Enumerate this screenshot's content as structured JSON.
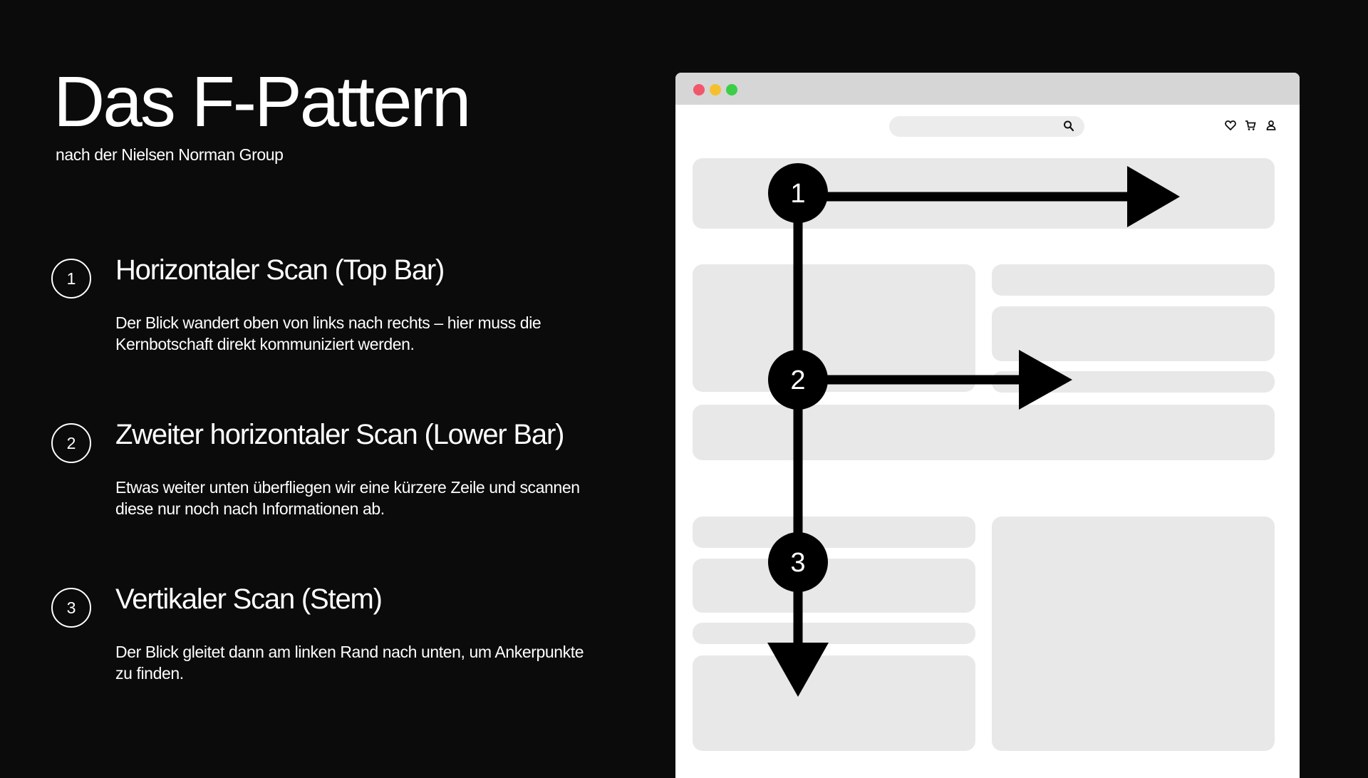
{
  "title": "Das F-Pattern",
  "subtitle": "nach der Nielsen Norman Group",
  "steps": [
    {
      "number": "1",
      "heading": "Horizontaler Scan (Top Bar)",
      "text": "Der Blick wandert oben von links nach rechts – hier muss die Kernbotschaft direkt kommuniziert werden."
    },
    {
      "number": "2",
      "heading": "Zweiter horizontaler Scan (Lower Bar)",
      "text": "Etwas weiter unten überfliegen wir eine kürzere Zeile und scannen diese nur noch nach Informationen ab."
    },
    {
      "number": "3",
      "heading": "Vertikaler Scan (Stem)",
      "text": "Der Blick gleitet dann am linken Rand nach unten, um Ankerpunkte zu finden."
    }
  ],
  "browser": {
    "window_dots": [
      "#f2566b",
      "#f5c02d",
      "#3cce47"
    ],
    "header_icons": [
      "search-icon",
      "heart-icon",
      "cart-icon",
      "user-icon"
    ]
  },
  "diagram_markers": [
    "1",
    "2",
    "3"
  ],
  "colors": {
    "background": "#0b0b0b",
    "text": "#ffffff",
    "placeholder_block": "#e8e8e8",
    "browser_bar": "#d6d6d6",
    "arrow": "#000000"
  }
}
